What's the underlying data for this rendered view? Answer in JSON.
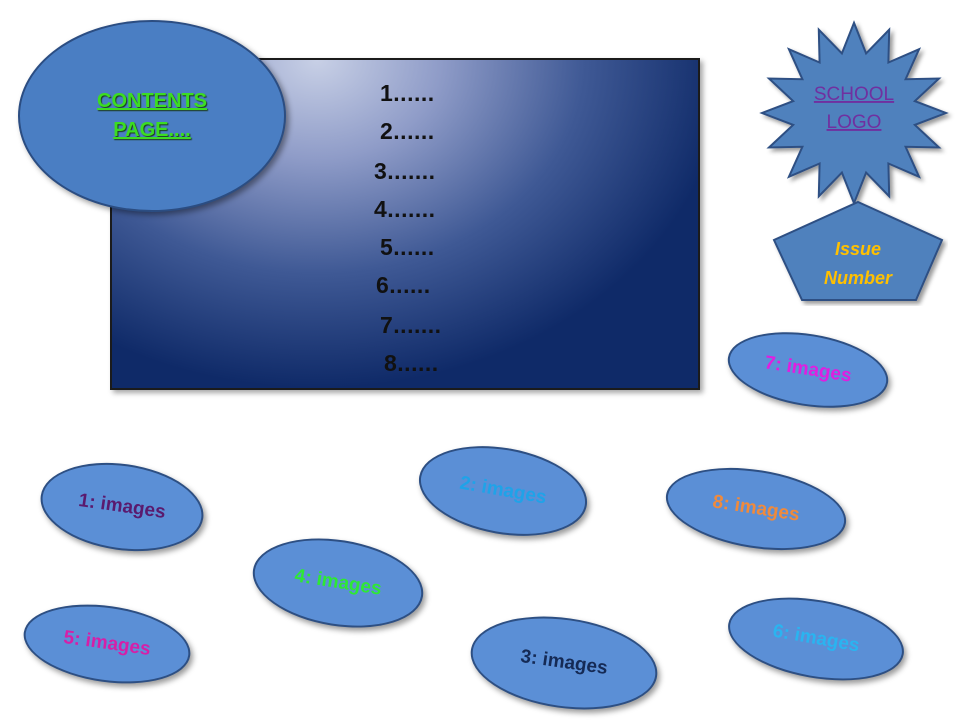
{
  "contents": {
    "line1": "CONTENTS",
    "line2": "PAGE...."
  },
  "toc": [
    "1......",
    "2......",
    "3.......",
    "4.......",
    "5......",
    "6......",
    "7.......",
    "8......"
  ],
  "logo": {
    "line1": "SCHOOL",
    "line2": "LOGO"
  },
  "issue": {
    "line1": "Issue",
    "line2": "Number"
  },
  "images": [
    {
      "label": "1: images",
      "color": "#5a1a6e"
    },
    {
      "label": "2: images",
      "color": "#1fa3e8"
    },
    {
      "label": "3: images",
      "color": "#152a55"
    },
    {
      "label": "4: images",
      "color": "#2ee834"
    },
    {
      "label": "5: images",
      "color": "#d61fa8"
    },
    {
      "label": "6: images",
      "color": "#2ab4f0"
    },
    {
      "label": "7: images",
      "color": "#e01ee0"
    },
    {
      "label": "8: images",
      "color": "#f08a3c"
    }
  ],
  "colors": {
    "shape_fill": "#4f81bd",
    "shape_border": "#2d4f83",
    "logo_text": "#7030a0",
    "issue_text": "#ffc000"
  }
}
